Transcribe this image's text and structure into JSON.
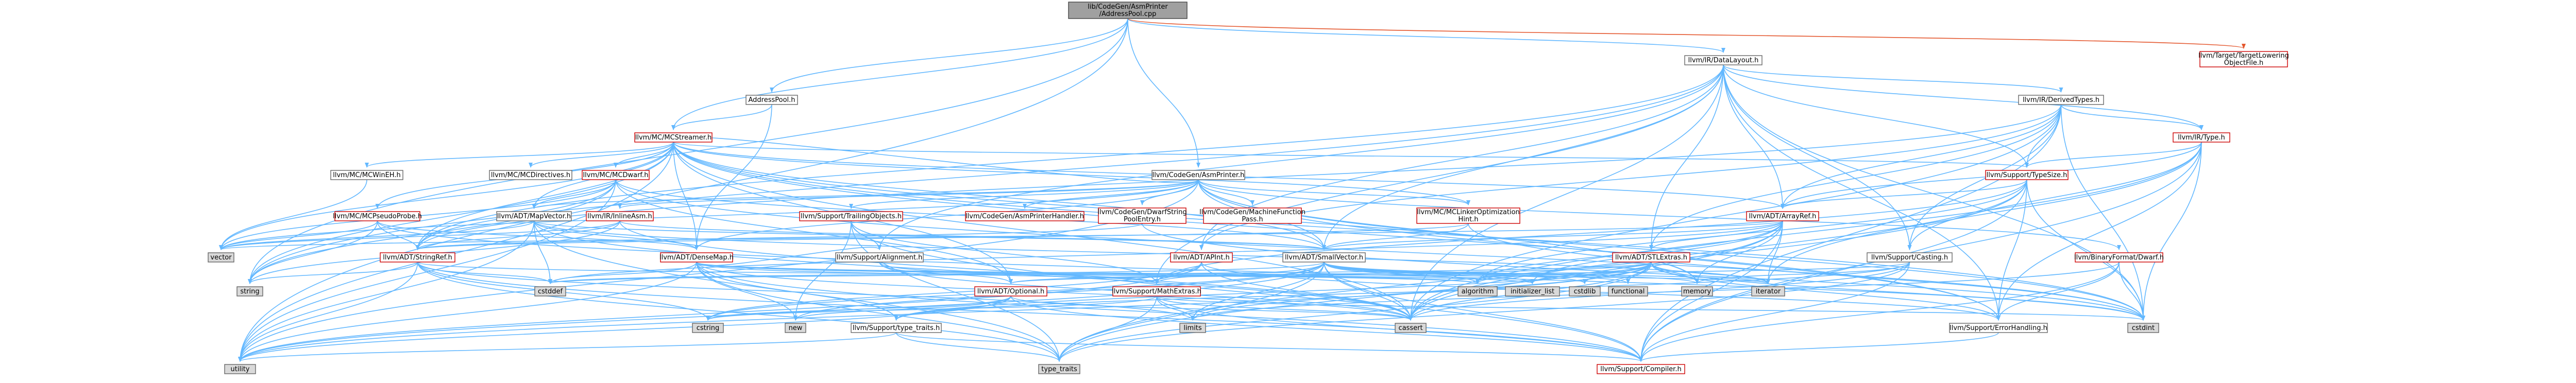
{
  "nodes": [
    {
      "id": "root",
      "lines": [
        "lib/CodeGen/AsmPrinter",
        "/AddressPool.cpp"
      ],
      "style": "root"
    },
    {
      "id": "datalayout",
      "lines": [
        "llvm/IR/DataLayout.h"
      ],
      "style": "blk"
    },
    {
      "id": "tlof",
      "lines": [
        "llvm/Target/TargetLowering",
        "ObjectFile.h"
      ],
      "style": "red"
    },
    {
      "id": "addresspool",
      "lines": [
        "AddressPool.h"
      ],
      "style": "blk"
    },
    {
      "id": "derivedtypes",
      "lines": [
        "llvm/IR/DerivedTypes.h"
      ],
      "style": "blk"
    },
    {
      "id": "mcstreamer",
      "lines": [
        "llvm/MC/MCStreamer.h"
      ],
      "style": "red"
    },
    {
      "id": "irtype",
      "lines": [
        "llvm/IR/Type.h"
      ],
      "style": "red"
    },
    {
      "id": "mcwinEH",
      "lines": [
        "llvm/MC/MCWinEH.h"
      ],
      "style": "blk"
    },
    {
      "id": "mcdirectives",
      "lines": [
        "llvm/MC/MCDirectives.h"
      ],
      "style": "blk"
    },
    {
      "id": "mcdwarf",
      "lines": [
        "llvm/MC/MCDwarf.h"
      ],
      "style": "red"
    },
    {
      "id": "codegenasm",
      "lines": [
        "llvm/CodeGen/AsmPrinter.h"
      ],
      "style": "blk"
    },
    {
      "id": "typesize",
      "lines": [
        "llvm/Support/TypeSize.h"
      ],
      "style": "red"
    },
    {
      "id": "mcpseudo",
      "lines": [
        "llvm/MC/MCPseudoProbe.h"
      ],
      "style": "red"
    },
    {
      "id": "mapvector",
      "lines": [
        "llvm/ADT/MapVector.h"
      ],
      "style": "blk"
    },
    {
      "id": "inlineasm",
      "lines": [
        "llvm/IR/InlineAsm.h"
      ],
      "style": "red"
    },
    {
      "id": "trailing",
      "lines": [
        "llvm/Support/TrailingObjects.h"
      ],
      "style": "red"
    },
    {
      "id": "asmhandler",
      "lines": [
        "llvm/CodeGen/AsmPrinterHandler.h"
      ],
      "style": "red"
    },
    {
      "id": "dwarfstring",
      "lines": [
        "llvm/CodeGen/DwarfString",
        "PoolEntry.h"
      ],
      "style": "red"
    },
    {
      "id": "mfpass",
      "lines": [
        "llvm/CodeGen/MachineFunction",
        "Pass.h"
      ],
      "style": "red"
    },
    {
      "id": "mclohint",
      "lines": [
        "llvm/MC/MCLinkerOptimization",
        "Hint.h"
      ],
      "style": "red"
    },
    {
      "id": "arrayref",
      "lines": [
        "llvm/ADT/ArrayRef.h"
      ],
      "style": "red"
    },
    {
      "id": "binaryformat",
      "lines": [
        "llvm/BinaryFormat/Dwarf.h"
      ],
      "style": "red"
    },
    {
      "id": "stringref",
      "lines": [
        "llvm/ADT/StringRef.h"
      ],
      "style": "red"
    },
    {
      "id": "densemap",
      "lines": [
        "llvm/ADT/DenseMap.h"
      ],
      "style": "red"
    },
    {
      "id": "alignment",
      "lines": [
        "llvm/Support/Alignment.h"
      ],
      "style": "blk"
    },
    {
      "id": "apint",
      "lines": [
        "llvm/ADT/APInt.h"
      ],
      "style": "red"
    },
    {
      "id": "smallvector",
      "lines": [
        "llvm/ADT/SmallVector.h"
      ],
      "style": "blk"
    },
    {
      "id": "stlextras",
      "lines": [
        "llvm/ADT/STLExtras.h"
      ],
      "style": "red"
    },
    {
      "id": "casting",
      "lines": [
        "llvm/Support/Casting.h"
      ],
      "style": "blk"
    },
    {
      "id": "vector",
      "lines": [
        "vector"
      ],
      "style": "grey"
    },
    {
      "id": "string",
      "lines": [
        "string"
      ],
      "style": "grey"
    },
    {
      "id": "cstddef",
      "lines": [
        "cstddef"
      ],
      "style": "grey"
    },
    {
      "id": "optional",
      "lines": [
        "llvm/ADT/Optional.h"
      ],
      "style": "red"
    },
    {
      "id": "mathextras",
      "lines": [
        "llvm/Support/MathExtras.h"
      ],
      "style": "red"
    },
    {
      "id": "algorithm",
      "lines": [
        "algorithm"
      ],
      "style": "grey"
    },
    {
      "id": "initlist",
      "lines": [
        "initializer_list"
      ],
      "style": "grey"
    },
    {
      "id": "cstdlib",
      "lines": [
        "cstdlib"
      ],
      "style": "grey"
    },
    {
      "id": "functional",
      "lines": [
        "functional"
      ],
      "style": "grey"
    },
    {
      "id": "memory",
      "lines": [
        "memory"
      ],
      "style": "grey"
    },
    {
      "id": "iterator",
      "lines": [
        "iterator"
      ],
      "style": "grey"
    },
    {
      "id": "errorhandling",
      "lines": [
        "llvm/Support/ErrorHandling.h"
      ],
      "style": "blk"
    },
    {
      "id": "cstring",
      "lines": [
        "cstring"
      ],
      "style": "grey"
    },
    {
      "id": "new",
      "lines": [
        "new"
      ],
      "style": "grey"
    },
    {
      "id": "typetraits",
      "lines": [
        "llvm/Support/type_traits.h"
      ],
      "style": "blk"
    },
    {
      "id": "limits",
      "lines": [
        "limits"
      ],
      "style": "grey"
    },
    {
      "id": "cassert",
      "lines": [
        "cassert"
      ],
      "style": "grey"
    },
    {
      "id": "cstdint",
      "lines": [
        "cstdint"
      ],
      "style": "grey"
    },
    {
      "id": "utility",
      "lines": [
        "utility"
      ],
      "style": "grey"
    },
    {
      "id": "type_traits",
      "lines": [
        "type_traits"
      ],
      "style": "grey"
    },
    {
      "id": "compiler",
      "lines": [
        "llvm/Support/Compiler.h"
      ],
      "style": "red"
    }
  ]
}
